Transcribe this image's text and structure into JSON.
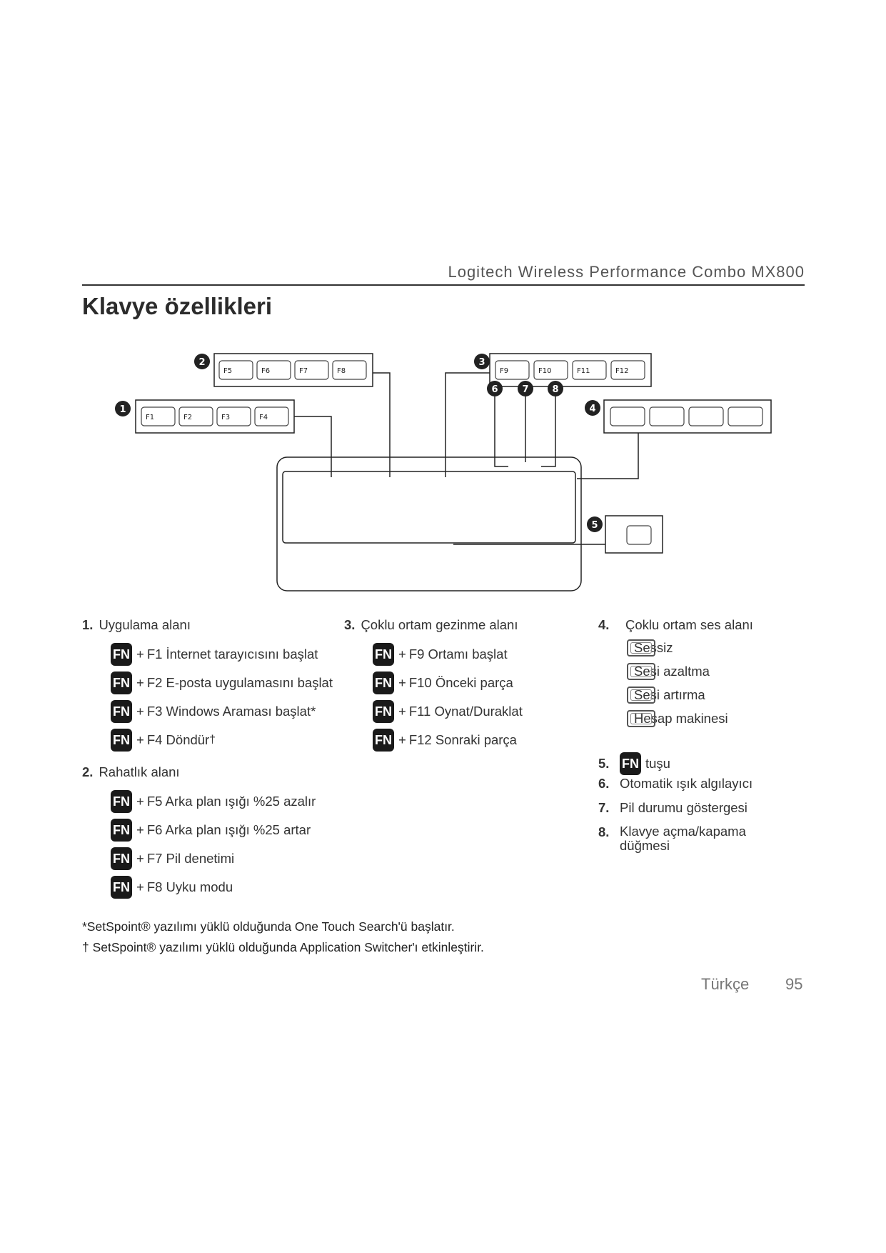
{
  "header": {
    "product": "Logitech Wireless Performance Combo MX800"
  },
  "title": "Klavye özellikleri",
  "callouts": [
    "1",
    "2",
    "3",
    "4",
    "5",
    "6",
    "7",
    "8"
  ],
  "keycaps": {
    "group1": [
      "F1",
      "F2",
      "F3",
      "F4"
    ],
    "group2": [
      "F5",
      "F6",
      "F7",
      "F8"
    ],
    "group3": [
      "F9",
      "F10",
      "F11",
      "F12"
    ]
  },
  "sections": {
    "s1": {
      "num": "1.",
      "title": "Uygulama alanı",
      "items": [
        "F1 İnternet tarayıcısını başlat",
        "F2 E-posta uygulamasını başlat",
        "F3 Windows Araması başlat*",
        "F4 Döndür"
      ]
    },
    "s2": {
      "num": "2.",
      "title": "Rahatlık alanı",
      "items": [
        "F5 Arka plan ışığı %25 azalır",
        "F6 Arka plan ışığı %25 artar",
        "F7 Pil denetimi",
        "F8 Uyku modu"
      ]
    },
    "s3": {
      "num": "3.",
      "title": "Çoklu ortam gezinme alanı",
      "items": [
        "F9 Ortamı başlat",
        "F10 Önceki parça",
        "F11 Oynat/Duraklat",
        "F12 Sonraki parça"
      ]
    },
    "s4": {
      "num": "4.",
      "title": "Çoklu ortam ses alanı",
      "items": [
        "Sessiz",
        "Sesi azaltma",
        "Sesi artırma",
        "Hesap makinesi"
      ]
    },
    "s5": {
      "num": "5.",
      "suffix": "tuşu"
    },
    "s6": {
      "num": "6.",
      "text": "Otomatik ışık algılayıcı"
    },
    "s7": {
      "num": "7.",
      "text": "Pil durumu göstergesi"
    },
    "s8": {
      "num": "8.",
      "text": "Klavye açma/kapama düğmesi"
    }
  },
  "fn_label": "FN",
  "plus": "+",
  "dagger": "†",
  "footnotes": {
    "note1": "*SetSpoint® yazılımı yüklü olduğunda One Touch Search'ü başlatır.",
    "note2": "† SetSpoint® yazılımı yüklü olduğunda Application Switcher'ı etkinleştirir."
  },
  "footer": {
    "language": "Türkçe",
    "page": "95"
  }
}
